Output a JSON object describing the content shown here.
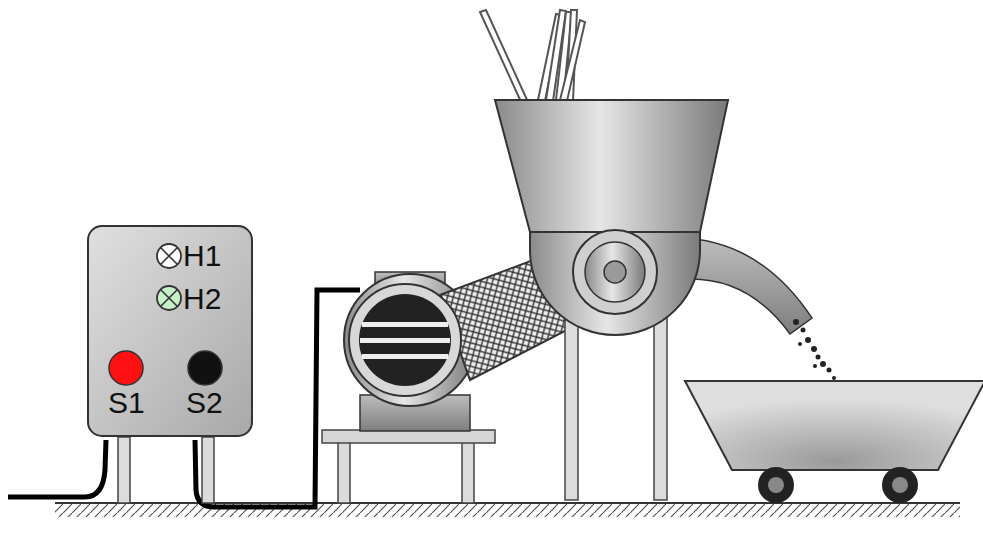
{
  "diagram": {
    "nodes": [
      {
        "text": [
          "H1",
          "H2",
          "S1",
          "S2"
        ]
      }
    ]
  }
}
